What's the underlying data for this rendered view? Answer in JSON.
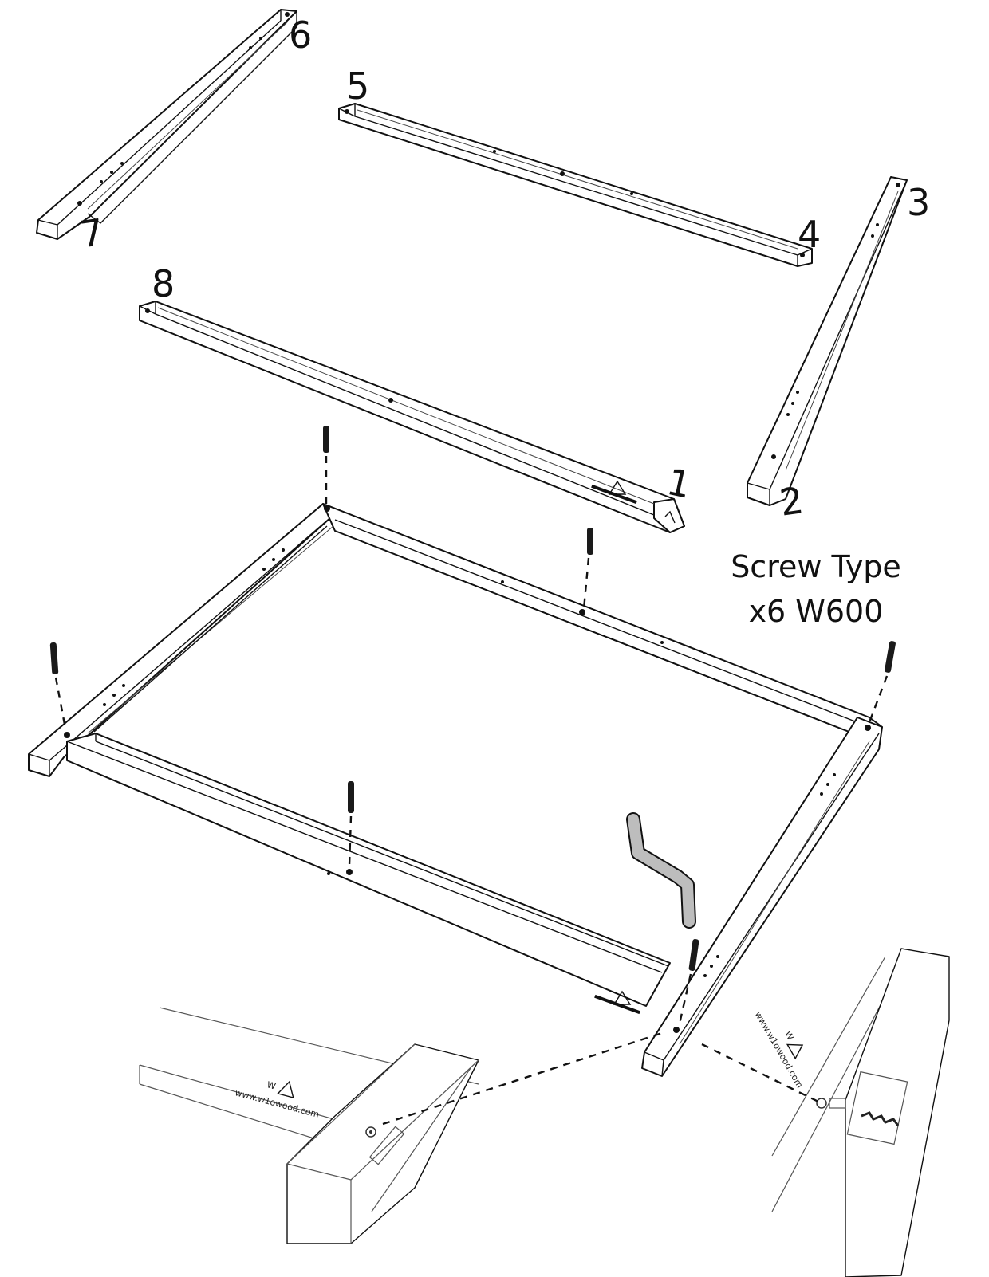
{
  "part_labels": {
    "p1": "1",
    "p2": "2",
    "p3": "3",
    "p4": "4",
    "p5": "5",
    "p6": "6",
    "p7": "7",
    "p8": "8"
  },
  "screw_note": {
    "line1": "Screw Type",
    "line2": "x6 W600"
  },
  "logo": {
    "mark": "W",
    "website": "www.w1owood.com"
  },
  "colors": {
    "ink": "#111111",
    "paper": "#ffffff",
    "wrench": "#bdbdbd"
  }
}
